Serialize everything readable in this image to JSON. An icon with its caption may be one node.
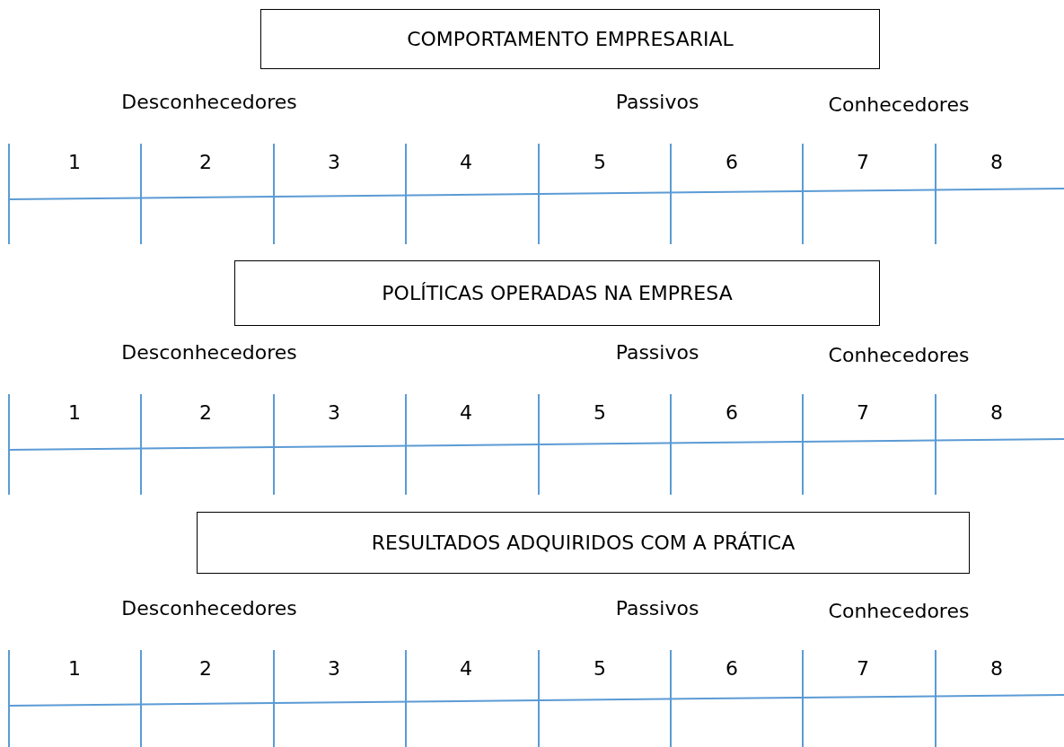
{
  "diagram": {
    "nodes": [
      {
        "text": [
          "COMPORTAMENTO EMPRESARIAL"
        ]
      },
      {
        "text": [
          "POLÍTICAS OPERADAS NA EMPRESA"
        ]
      },
      {
        "text": [
          "RESULTADOS ADQUIRIDOS COM A PRÁTICA"
        ]
      }
    ],
    "labels": [
      "Desconhecedores",
      "Passivos",
      "Conhecedores",
      "1",
      "2",
      "3",
      "4",
      "5",
      "6",
      "7",
      "8",
      "Desconhecedores",
      "Passivos",
      "Conhecedores",
      "1",
      "2",
      "3",
      "4",
      "5",
      "6",
      "7",
      "8",
      "Desconhecedores",
      "Passivos",
      "Conhecedores",
      "1",
      "2",
      "3",
      "4",
      "5",
      "6",
      "7",
      "8"
    ]
  }
}
